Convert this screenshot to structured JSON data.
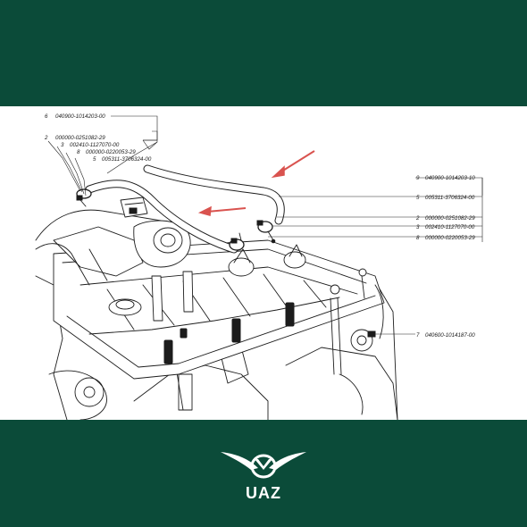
{
  "brand": {
    "name": "UAZ",
    "logo_icon": "uaz-winged-emblem-icon",
    "band_color": "#0b4b39",
    "arrow_color": "#d9534f"
  },
  "callouts_left": [
    {
      "num": "6",
      "part": "040900-1014203-00"
    },
    {
      "num": "2",
      "part": "000000-0251082-29"
    },
    {
      "num": "3",
      "part": "002410-1127070-00"
    },
    {
      "num": "8",
      "part": "000000-0220053-29"
    },
    {
      "num": "5",
      "part": "005311-3706324-00"
    }
  ],
  "callouts_right": [
    {
      "num": "9",
      "part": "040900-1014203-10"
    },
    {
      "num": "5",
      "part": "005311-3706324-00"
    },
    {
      "num": "2",
      "part": "000000-0251082-29"
    },
    {
      "num": "3",
      "part": "002410-1127070-00"
    },
    {
      "num": "8",
      "part": "000000-0220053-29"
    },
    {
      "num": "7",
      "part": "040600-1014187-00"
    }
  ]
}
